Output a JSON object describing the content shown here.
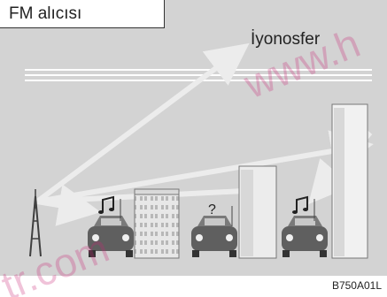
{
  "header": {
    "title": "FM alıcısı"
  },
  "labels": {
    "ionosphere": "İyonosfer",
    "unknown_reception": "?"
  },
  "figure": {
    "code": "B750A01L"
  },
  "watermarks": [
    "www.h",
    "tr.com"
  ],
  "colors": {
    "panel_background": "#d3d3d3",
    "signal_arrow": "#ececec",
    "watermark": "#c82878",
    "building": "#ececec",
    "car": "#5f5f5f"
  },
  "icons": [
    "radio-tower-icon",
    "car-icon",
    "music-note-icon",
    "building-icon",
    "signal-arrow-icon"
  ]
}
